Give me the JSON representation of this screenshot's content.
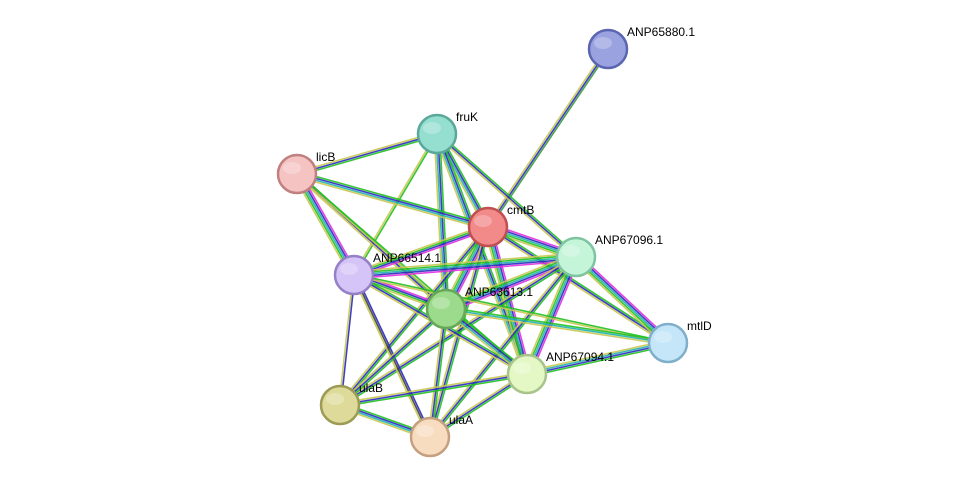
{
  "network": {
    "nodes": [
      {
        "id": "ANP65880.1",
        "label": "ANP65880.1",
        "fill": "#9AA3E0",
        "stroke": "#5A66B0"
      },
      {
        "id": "fruK",
        "label": "fruK",
        "fill": "#94DFD0",
        "stroke": "#5AA89A"
      },
      {
        "id": "licB",
        "label": "licB",
        "fill": "#F6C3C3",
        "stroke": "#C08080"
      },
      {
        "id": "cmtB",
        "label": "cmtB",
        "fill": "#F28A8A",
        "stroke": "#C05050"
      },
      {
        "id": "ANP67096.1",
        "label": "ANP67096.1",
        "fill": "#C4F5D9",
        "stroke": "#7FC4A0"
      },
      {
        "id": "ANP66514.1",
        "label": "ANP66514.1",
        "fill": "#D5C4F7",
        "stroke": "#9580C8"
      },
      {
        "id": "ANP63613.1",
        "label": "ANP63613.1",
        "fill": "#9CDB8C",
        "stroke": "#66A858"
      },
      {
        "id": "mtlD",
        "label": "mtlD",
        "fill": "#C4E6F8",
        "stroke": "#7FAFCB"
      },
      {
        "id": "ANP67094.1",
        "label": "ANP67094.1",
        "fill": "#E3F8C4",
        "stroke": "#A8C48A"
      },
      {
        "id": "ulaB",
        "label": "ulaB",
        "fill": "#DEDB9A",
        "stroke": "#9C9A55"
      },
      {
        "id": "ulaA",
        "label": "ulaA",
        "fill": "#F8DCC0",
        "stroke": "#C4A080"
      }
    ],
    "edges": [
      {
        "source": "ANP65880.1",
        "target": "cmtB",
        "colors": [
          "#3A9C3A",
          "#2A2AC0",
          "#C8C850"
        ]
      },
      {
        "source": "fruK",
        "target": "licB",
        "colors": [
          "#20C020",
          "#2A2AC0",
          "#C8C850"
        ]
      },
      {
        "source": "fruK",
        "target": "cmtB",
        "colors": [
          "#20C020",
          "#2A2AC0",
          "#20B0B0",
          "#C8C850"
        ]
      },
      {
        "source": "fruK",
        "target": "ANP67096.1",
        "colors": [
          "#20C020",
          "#2A2AC0",
          "#C8C850"
        ]
      },
      {
        "source": "fruK",
        "target": "ANP66514.1",
        "colors": [
          "#20C020",
          "#C8C850"
        ]
      },
      {
        "source": "fruK",
        "target": "ANP63613.1",
        "colors": [
          "#20C020",
          "#2A2AC0",
          "#20B0B0",
          "#C8C850"
        ]
      },
      {
        "source": "fruK",
        "target": "ANP67094.1",
        "colors": [
          "#20C020",
          "#2A2AC0",
          "#20B0B0",
          "#C8C850"
        ]
      },
      {
        "source": "licB",
        "target": "cmtB",
        "colors": [
          "#20C020",
          "#2A2AC0",
          "#20B0B0",
          "#C8C850"
        ]
      },
      {
        "source": "licB",
        "target": "ANP66514.1",
        "colors": [
          "#E030E0",
          "#2A2AC0",
          "#20B0B0",
          "#20C020",
          "#C8C850"
        ]
      },
      {
        "source": "licB",
        "target": "ANP63613.1",
        "colors": [
          "#20C020",
          "#2A2AC0",
          "#C8C850"
        ]
      },
      {
        "source": "licB",
        "target": "ANP67094.1",
        "colors": [
          "#20C020",
          "#C8C850"
        ]
      },
      {
        "source": "cmtB",
        "target": "ANP67096.1",
        "colors": [
          "#E030E0",
          "#2A2AC0",
          "#20B0B0",
          "#20C020",
          "#C8C850"
        ]
      },
      {
        "source": "cmtB",
        "target": "ANP66514.1",
        "colors": [
          "#E030E0",
          "#2A2AC0",
          "#20C020",
          "#C8C850"
        ]
      },
      {
        "source": "cmtB",
        "target": "ANP63613.1",
        "colors": [
          "#E030E0",
          "#2A2AC0",
          "#20B0B0",
          "#20C020",
          "#C8C850"
        ]
      },
      {
        "source": "cmtB",
        "target": "mtlD",
        "colors": [
          "#20C020",
          "#2A2AC0",
          "#C8C850"
        ]
      },
      {
        "source": "cmtB",
        "target": "ANP67094.1",
        "colors": [
          "#E030E0",
          "#2A2AC0",
          "#20B0B0",
          "#20C020",
          "#C8C850"
        ]
      },
      {
        "source": "cmtB",
        "target": "ulaB",
        "colors": [
          "#20C020",
          "#2A2AC0",
          "#C8C850"
        ]
      },
      {
        "source": "cmtB",
        "target": "ulaA",
        "colors": [
          "#20C020",
          "#2A2AC0",
          "#C8C850"
        ]
      },
      {
        "source": "ANP67096.1",
        "target": "ANP66514.1",
        "colors": [
          "#E030E0",
          "#2A2AC0",
          "#20B0B0",
          "#20C020",
          "#C8C850"
        ]
      },
      {
        "source": "ANP67096.1",
        "target": "ANP63613.1",
        "colors": [
          "#E030E0",
          "#2A2AC0",
          "#20B0B0",
          "#20C020",
          "#C8C850"
        ]
      },
      {
        "source": "ANP67096.1",
        "target": "mtlD",
        "colors": [
          "#E030E0",
          "#2A2AC0",
          "#20B0B0",
          "#20C020",
          "#C8C850"
        ]
      },
      {
        "source": "ANP67096.1",
        "target": "ANP67094.1",
        "colors": [
          "#E030E0",
          "#2A2AC0",
          "#20B0B0",
          "#20C020",
          "#C8C850"
        ]
      },
      {
        "source": "ANP67096.1",
        "target": "ulaB",
        "colors": [
          "#20C020",
          "#2A2AC0",
          "#C8C850"
        ]
      },
      {
        "source": "ANP67096.1",
        "target": "ulaA",
        "colors": [
          "#20C020",
          "#2A2AC0",
          "#C8C850"
        ]
      },
      {
        "source": "ANP66514.1",
        "target": "ANP63613.1",
        "colors": [
          "#E030E0",
          "#2A2AC0",
          "#20C020",
          "#C8C850"
        ]
      },
      {
        "source": "ANP66514.1",
        "target": "mtlD",
        "colors": [
          "#20C020",
          "#C8C850"
        ]
      },
      {
        "source": "ANP66514.1",
        "target": "ANP67094.1",
        "colors": [
          "#20C020",
          "#2A2AC0",
          "#C8C850"
        ]
      },
      {
        "source": "ANP66514.1",
        "target": "ulaB",
        "colors": [
          "#2A2AC0",
          "#C8C850"
        ]
      },
      {
        "source": "ANP66514.1",
        "target": "ulaA",
        "colors": [
          "#2A2AC0",
          "#404040",
          "#C8C850"
        ]
      },
      {
        "source": "ANP63613.1",
        "target": "mtlD",
        "colors": [
          "#20C020",
          "#20B0B0",
          "#C8C850"
        ]
      },
      {
        "source": "ANP63613.1",
        "target": "ANP67094.1",
        "colors": [
          "#20C020",
          "#2A2AC0",
          "#20B0B0",
          "#C8C850"
        ]
      },
      {
        "source": "ANP63613.1",
        "target": "ulaB",
        "colors": [
          "#20C020",
          "#2A2AC0",
          "#C8C850"
        ]
      },
      {
        "source": "ANP63613.1",
        "target": "ulaA",
        "colors": [
          "#20C020",
          "#2A2AC0",
          "#C8C850"
        ]
      },
      {
        "source": "mtlD",
        "target": "ANP67094.1",
        "colors": [
          "#20C020",
          "#2A2AC0",
          "#20B0B0",
          "#C8C850"
        ]
      },
      {
        "source": "ANP67094.1",
        "target": "ulaB",
        "colors": [
          "#20C020",
          "#2A2AC0",
          "#C8C850"
        ]
      },
      {
        "source": "ANP67094.1",
        "target": "ulaA",
        "colors": [
          "#20C020",
          "#2A2AC0",
          "#C8C850"
        ]
      },
      {
        "source": "ulaB",
        "target": "ulaA",
        "colors": [
          "#20C020",
          "#2A2AC0",
          "#20B0B0",
          "#C8C850"
        ]
      }
    ]
  }
}
